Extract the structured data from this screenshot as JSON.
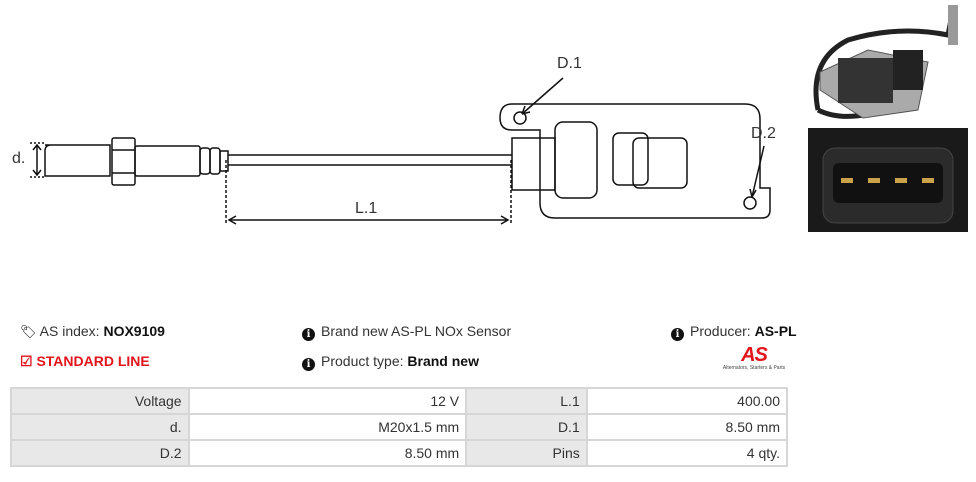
{
  "drawing": {
    "label_d": "d.",
    "label_l1": "L.1",
    "label_d1": "D.1",
    "label_d2": "D.2"
  },
  "info": {
    "as_index_label": "AS index:",
    "as_index_value": "NOX9109",
    "line": "STANDARD LINE",
    "description": "Brand new AS-PL NOx Sensor",
    "product_type_label": "Product type:",
    "product_type_value": "Brand new",
    "producer_label": "Producer:",
    "producer_value": "AS-PL",
    "logo_text": "AS",
    "logo_tagline": "Alternators, Starters & Parts"
  },
  "colors": {
    "accent": "#e3141b"
  },
  "specs": [
    [
      {
        "label": "Voltage",
        "value": "12 V"
      },
      {
        "label": "L.1",
        "value": "400.00"
      }
    ],
    [
      {
        "label": "d.",
        "value": "M20x1.5 mm"
      },
      {
        "label": "D.1",
        "value": "8.50 mm"
      }
    ],
    [
      {
        "label": "D.2",
        "value": "8.50 mm"
      },
      {
        "label": "Pins",
        "value": "4 qty."
      }
    ]
  ]
}
